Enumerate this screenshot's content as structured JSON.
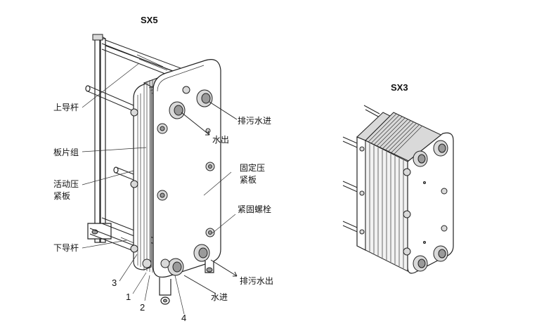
{
  "figure": {
    "sx5": {
      "title": "SX5",
      "labels": {
        "upper_guide_bar": "上导杆",
        "plate_pack": "板片组",
        "movable_plate_1": "活动压",
        "movable_plate_2": "紧板",
        "lower_guide_bar": "下导杆",
        "fixed_plate_1": "固定压",
        "fixed_plate_2": "紧板",
        "tightening_bolt": "紧固螺栓",
        "sewage_in": "排污水进",
        "water_out": "水出",
        "sewage_out": "排污水出",
        "water_in": "水进"
      },
      "numbers": [
        "3",
        "1",
        "2",
        "4"
      ]
    },
    "sx3": {
      "title": "SX3"
    }
  }
}
